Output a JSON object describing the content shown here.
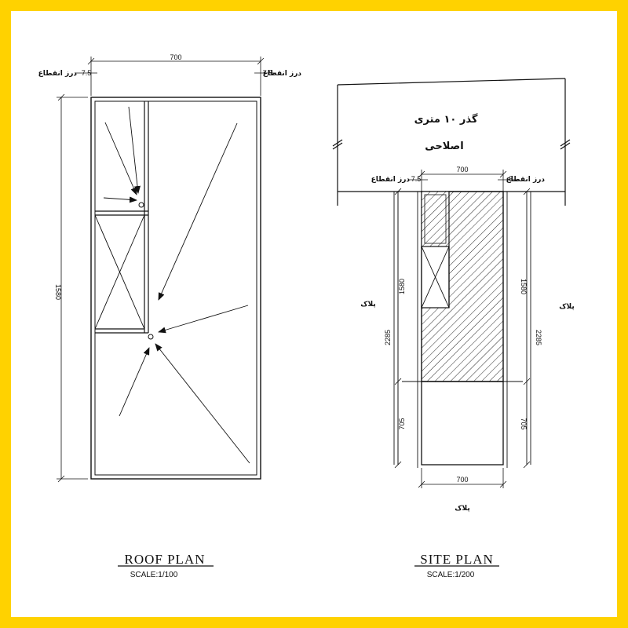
{
  "colors": {
    "border": "#ffd200",
    "sheet": "#ffffff",
    "ink": "#111111"
  },
  "roof_plan": {
    "title": "ROOF  PLAN",
    "scale": "SCALE:1/100",
    "dim_width": "700",
    "dim_length": "1580",
    "joint_left": "درز انقطاع",
    "joint_left_value": "7.5",
    "joint_right": "درز انقطاع",
    "joint_right_value": "7.5"
  },
  "site_plan": {
    "title": "SITE  PLAN",
    "scale": "SCALE:1/200",
    "street_line1": "گذر ۱۰ متری",
    "street_line2": "اصلاحی",
    "dim_top_width": "700",
    "dim_bottom_width": "700",
    "joint_left": "درز انقطاع",
    "joint_left_value": "7.5",
    "joint_right": "درز انقطاع",
    "joint_right_value": "5",
    "left_dim_upper": "1580",
    "left_dim_total": "2285",
    "left_dim_lower": "705",
    "right_dim_upper": "1580",
    "right_dim_total": "2285",
    "right_dim_lower": "705",
    "plot_left": "پلاک",
    "plot_right": "پلاک",
    "plot_bottom": "پلاک"
  }
}
